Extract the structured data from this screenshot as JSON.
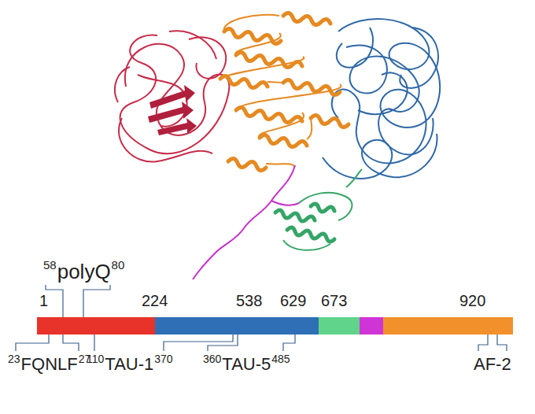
{
  "diagram": {
    "labels": [
      "58",
      "polyQ",
      "80",
      "1",
      "224",
      "538",
      "629",
      "673",
      "920",
      "23",
      "FQNLF",
      "27",
      "110",
      "TAU-1",
      "370",
      "360",
      "TAU-5",
      "485",
      "AF-2"
    ]
  }
}
